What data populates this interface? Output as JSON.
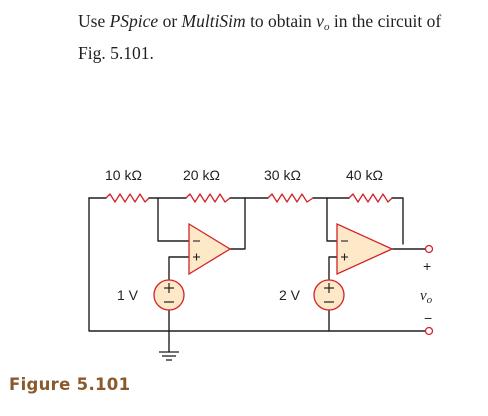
{
  "problem": {
    "prefix": "Use ",
    "tool1": "PSpice",
    "mid": " or ",
    "tool2": "MultiSim",
    "before_var": " to obtain ",
    "var": "v",
    "var_sub": "o",
    "after_var": " in the circuit of",
    "line2": "Fig. 5.101."
  },
  "circuit": {
    "resistors": [
      {
        "label": "10 kΩ"
      },
      {
        "label": "20 kΩ"
      },
      {
        "label": "30 kΩ"
      },
      {
        "label": "40 kΩ"
      }
    ],
    "sources": [
      {
        "label": "1 V"
      },
      {
        "label": "2 V"
      }
    ],
    "output": {
      "plus": "+",
      "minus": "−",
      "var": "v",
      "sub": "o"
    },
    "colors": {
      "wire": "#231f20",
      "resistor": "#d2232a",
      "source_fill": "#fde9c7",
      "opamp_fill": "#fde9c7"
    }
  },
  "caption": "Figure 5.101"
}
